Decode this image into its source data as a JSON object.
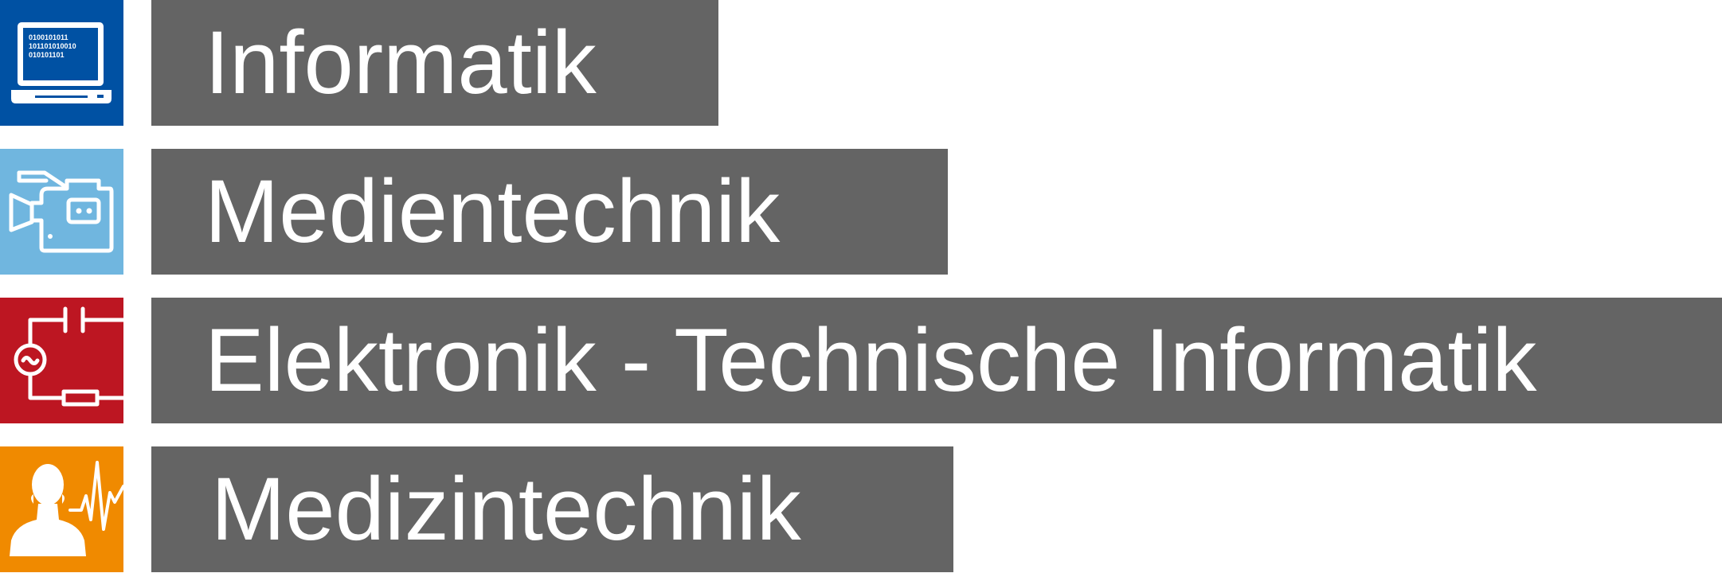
{
  "categories": [
    {
      "label": "Informatik",
      "icon": "laptop-binary-icon",
      "icon_text": [
        "0100101011",
        "101101010010",
        "010101101"
      ],
      "color": "#0051a3"
    },
    {
      "label": "Medientechnik",
      "icon": "video-camera-icon",
      "color": "#70b6df"
    },
    {
      "label": "Elektronik - Technische Informatik",
      "icon": "circuit-icon",
      "color": "#bd1622"
    },
    {
      "label": "Medizintechnik",
      "icon": "person-heartbeat-icon",
      "color": "#f08a00"
    }
  ],
  "bar_color": "#646464"
}
